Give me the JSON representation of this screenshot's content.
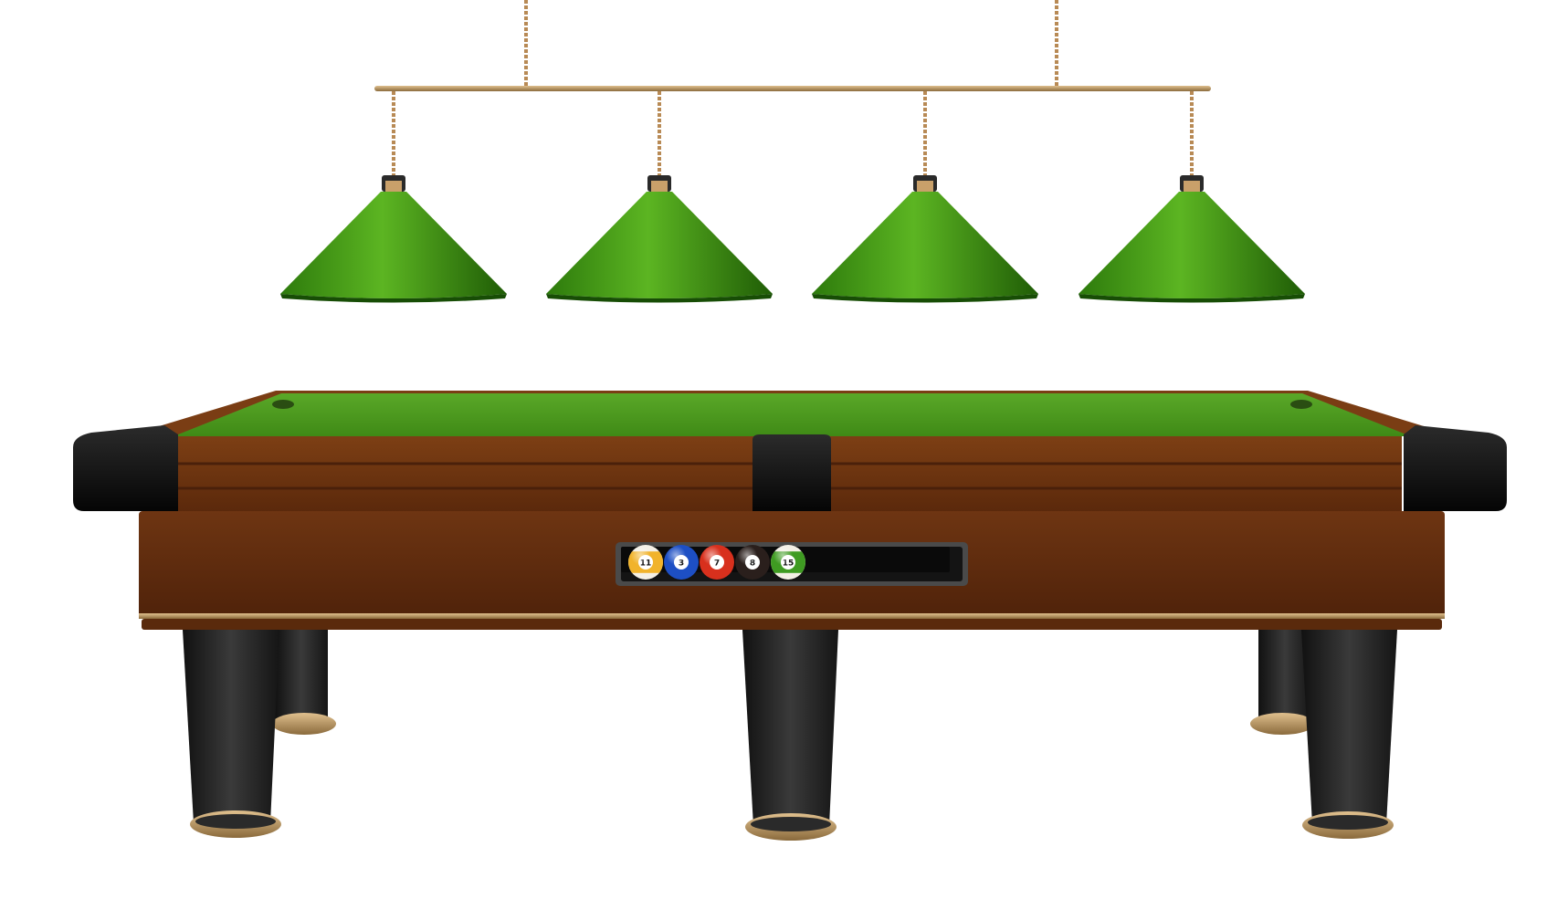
{
  "scene": {
    "subject": "billiard-table-with-pendant-lamps",
    "colors": {
      "felt": "#4c9a1c",
      "felt_dark": "#2f6d10",
      "lamp_green": "#3f9a14",
      "lamp_dark": "#1f5f08",
      "wood": "#6b3410",
      "wood_dark": "#4a200a",
      "brass": "#b88a55",
      "leg_black": "#1e1e1e",
      "background": "#ffffff"
    },
    "lamps": [
      {
        "id": "lamp-1"
      },
      {
        "id": "lamp-2"
      },
      {
        "id": "lamp-3"
      },
      {
        "id": "lamp-4"
      }
    ],
    "balls": [
      {
        "number": "11",
        "color": "#f1b32b",
        "stripe": true
      },
      {
        "number": "3",
        "color": "#1d4fc4",
        "stripe": false
      },
      {
        "number": "7",
        "color": "#d8301d",
        "stripe": false
      },
      {
        "number": "8",
        "color": "#2a1f1c",
        "stripe": false
      },
      {
        "number": "15",
        "color": "#3f9b22",
        "stripe": true
      }
    ]
  }
}
